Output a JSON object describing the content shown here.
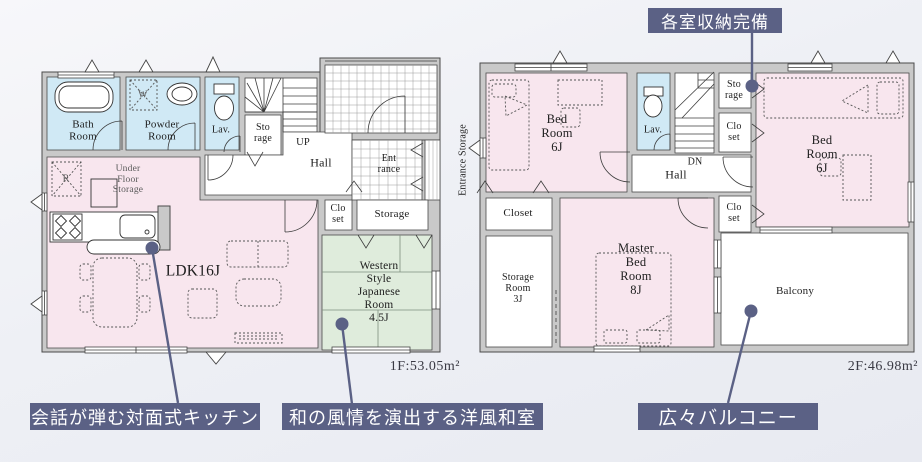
{
  "colors": {
    "pink": "#f8e6ee",
    "blue": "#d0e9f5",
    "green": "#dfecdc",
    "wall": "#c9c9c9",
    "banner": "#5b6185"
  },
  "callouts": {
    "storage_all_rooms": "各室収納完備",
    "kitchen": "会話が弾む対面式キッチン",
    "japanese_room": "和の風情を演出する洋風和室",
    "balcony": "広々バルコニー"
  },
  "floor1": {
    "area": "1F:53.05m²",
    "labels": {
      "bath": "Bath\nRoom",
      "powder": "Powder\nRoom",
      "lav": "Lav.",
      "stair_storage": "Sto\nrage",
      "up": "UP",
      "hall": "Hall",
      "entrance": "Ent\nrance",
      "entrance_storage": "Entrance Storage",
      "under_floor_storage": "Under\nFloor\nStorage",
      "fridge": "R",
      "washer": "W",
      "ldk": "LDK16J",
      "closet": "Clo\nset",
      "storage": "Storage",
      "japanese_room": "Western\nStyle\nJapanese\nRoom\n4.5J"
    }
  },
  "floor2": {
    "area": "2F:46.98m²",
    "labels": {
      "bedroom_left": "Bed\nRoom\n6J",
      "lav": "Lav.",
      "dn": "DN",
      "hall": "Hall",
      "storage": "Sto\nrage",
      "closet_top": "Clo\nset",
      "bedroom_right": "Bed\nRoom\n6J",
      "closet_left": "Closet",
      "closet_mid": "Clo\nset",
      "storage_room": "Storage\nRoom\n3J",
      "master_bedroom": "Master\nBed\nRoom\n8J",
      "balcony": "Balcony"
    }
  }
}
